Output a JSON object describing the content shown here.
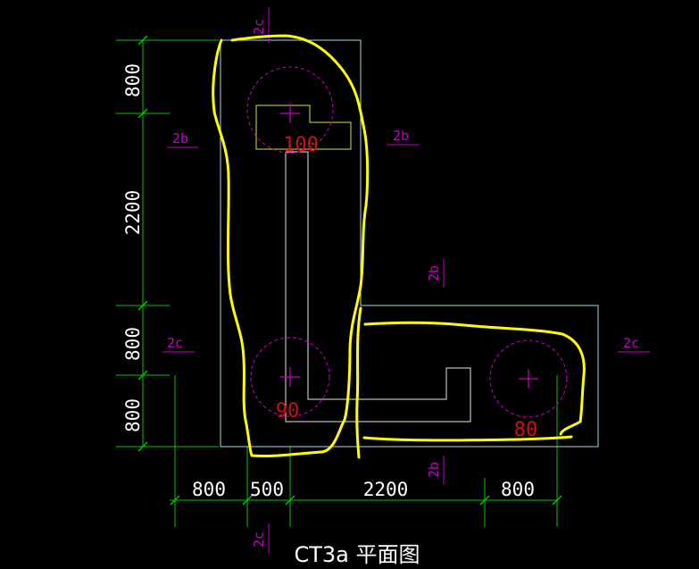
{
  "drawing": {
    "title": "CT3a 平面图",
    "colors": {
      "background": "#000000",
      "outline": "#a8d8ec",
      "dimension": "#00c800",
      "dim_text": "#ffffff",
      "section": "#c800c8",
      "pile": "#c800c8",
      "hatch_yellow": "#ffff00",
      "inner_yellow": "#e0e040",
      "inner_white": "#e8e8e8",
      "label_red": "#d01010"
    },
    "dimensions": {
      "left": [
        "800",
        "2200",
        "800",
        "800"
      ],
      "bottom": [
        "800",
        "500",
        "2200",
        "800"
      ]
    },
    "sections": {
      "top": "2c",
      "left_upper": "2b",
      "right_upper": "2b",
      "middle": "2b",
      "left_lower": "2c",
      "right_lower": "2c",
      "bottom_mid": "2b",
      "bottom_left": "2c"
    },
    "piles": {
      "top": "100",
      "bottom_left": "90",
      "bottom_right": "80"
    }
  }
}
